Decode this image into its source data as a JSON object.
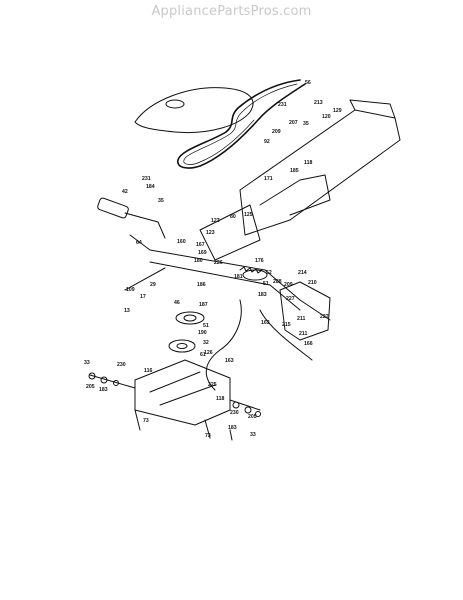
{
  "watermark": "AppliancePartsPros.com",
  "callouts": [
    "56",
    "231",
    "213",
    "129",
    "207",
    "35",
    "209",
    "92",
    "120",
    "185",
    "118",
    "171",
    "231",
    "184",
    "42",
    "35",
    "80",
    "123",
    "125",
    "123",
    "64",
    "160",
    "167",
    "169",
    "226",
    "180",
    "176",
    "181",
    "52",
    "51",
    "29",
    "183",
    "17",
    "109",
    "13",
    "46",
    "186",
    "187",
    "190",
    "51",
    "32",
    "61",
    "214",
    "288",
    "209",
    "227",
    "210",
    "222",
    "211",
    "215",
    "211",
    "166",
    "163",
    "126",
    "163",
    "33",
    "230",
    "116",
    "205",
    "183",
    "225",
    "118",
    "230",
    "205",
    "183",
    "73",
    "73",
    "33"
  ]
}
